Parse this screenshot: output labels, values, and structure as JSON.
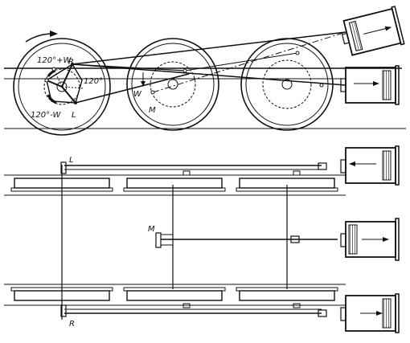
{
  "labels": {
    "r_top": "R",
    "w_120_upper": "120°+W",
    "deg_120_right": "120°",
    "w_120_lower": "120°-W",
    "l_top": "L",
    "w_mid": "W",
    "m_mid": "M",
    "l_plan": "L",
    "m_plan": "M",
    "r_plan": "R"
  },
  "colors": {
    "ink": "#111111",
    "paper": "#ffffff"
  }
}
